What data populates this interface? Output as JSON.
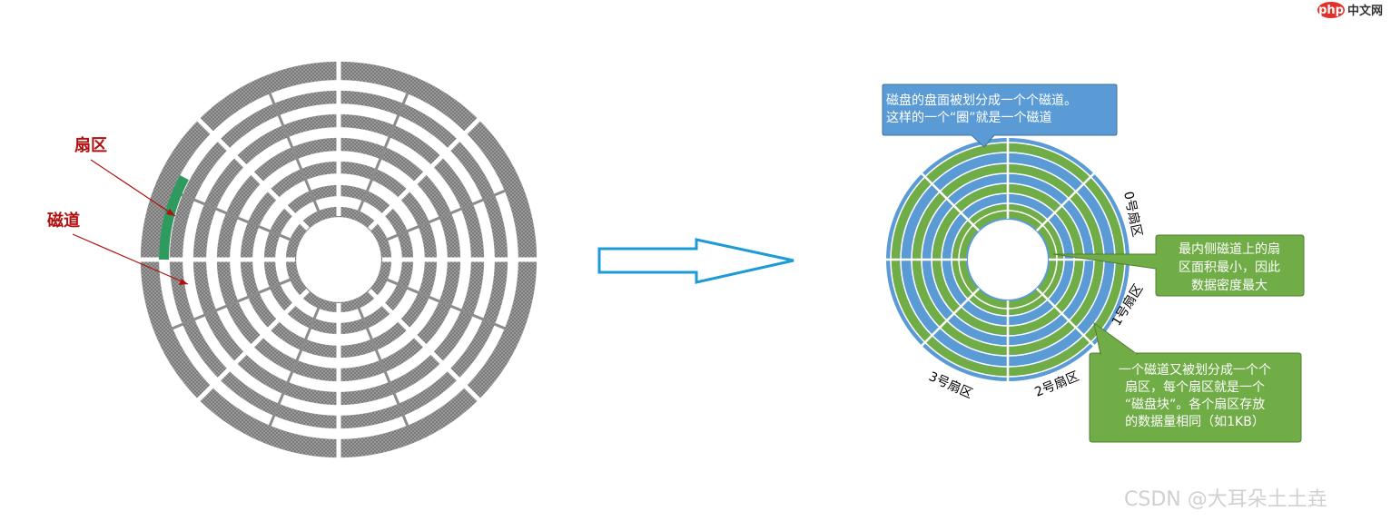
{
  "left_disk": {
    "label_sector": "扇区",
    "label_track": "磁道"
  },
  "callouts": {
    "top": [
      "磁盘的盘面被划分成一个个磁道。",
      "这样的一个“圈”就是一个磁道"
    ],
    "middle": [
      "最内侧磁道上的扇",
      "区面积最小，因此",
      "数据密度最大"
    ],
    "bottom": [
      "一个磁道又被划分成一个个",
      "扇区，每个扇区就是一个",
      "“磁盘块”。各个扇区存放",
      "的数据量相同（如1KB）"
    ]
  },
  "sector_labels": {
    "s0": "0号扇区",
    "s1": "1号扇区",
    "s2": "2号扇区",
    "s3": "3号扇区"
  },
  "watermark": "CSDN @大耳朵土土垚",
  "logo": {
    "php": "php",
    "site": "中文网"
  },
  "colors": {
    "gray_ring": "#8c8c8c",
    "highlight_sector": "#2e9a5e",
    "blue_ring": "#5b9bd5",
    "green_ring": "#70ad47",
    "arrow_outline": "#1e9bd7",
    "annotation_red": "#b01010"
  }
}
